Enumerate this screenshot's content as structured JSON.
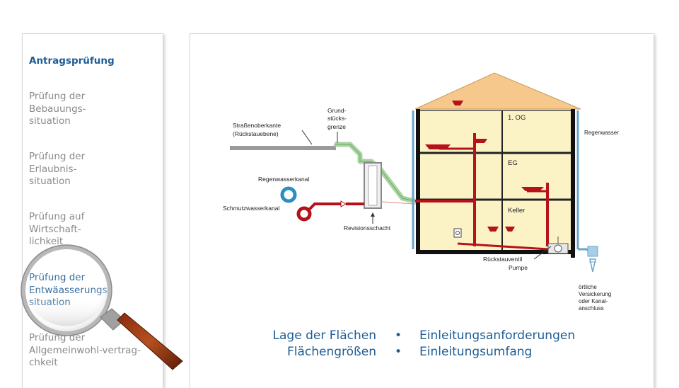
{
  "sidebar": {
    "title": "Antragsprüfung",
    "items": [
      {
        "label": "Prüfung der\nBebauungs-\nsituation"
      },
      {
        "label": "Prüfung der\nErlaubnis-\nsituation"
      },
      {
        "label": "Prüfung auf\nWirtschaft-\nlichkeit"
      },
      {
        "label": "Prüfung der\nEntwäasserungs-\nsituation"
      },
      {
        "label": "Prüfung der\nAllgemeinwohl-vertrag-\nchkeit"
      }
    ]
  },
  "diagram": {
    "labels": {
      "strassenoberkante": "Straßenoberkante",
      "rueckstauebene": "(Rückstauebene)",
      "grund1": "Grund-",
      "grund2": "stücks-",
      "grund3": "grenze",
      "regenwasserkanal": "Regenwasserkanal",
      "schmutzwasserkanal": "Schmutzwasserkanal",
      "revisionsschacht": "Revisionsschacht",
      "og": "1. OG",
      "eg": "EG",
      "keller": "Keller",
      "regenwasser": "Regenwasser",
      "rueckstauventil": "Rückstauventil",
      "pumpe": "Pumpe",
      "oertliche1": "örtliche",
      "oertliche2": "Versickerung",
      "oertliche3": "oder Kanal-",
      "oertliche4": "anschluss"
    }
  },
  "footer": {
    "left": [
      "Lage der Flächen",
      "Flächengrößen"
    ],
    "bullets": [
      "•",
      "•"
    ],
    "right": [
      "Einleitungsanforderungen",
      "Einleitungsumfang"
    ]
  },
  "colors": {
    "accent": "#1f5c94",
    "pipe": "#b5121b",
    "house": "#fbf3c6",
    "roof": "#f6c88c"
  }
}
